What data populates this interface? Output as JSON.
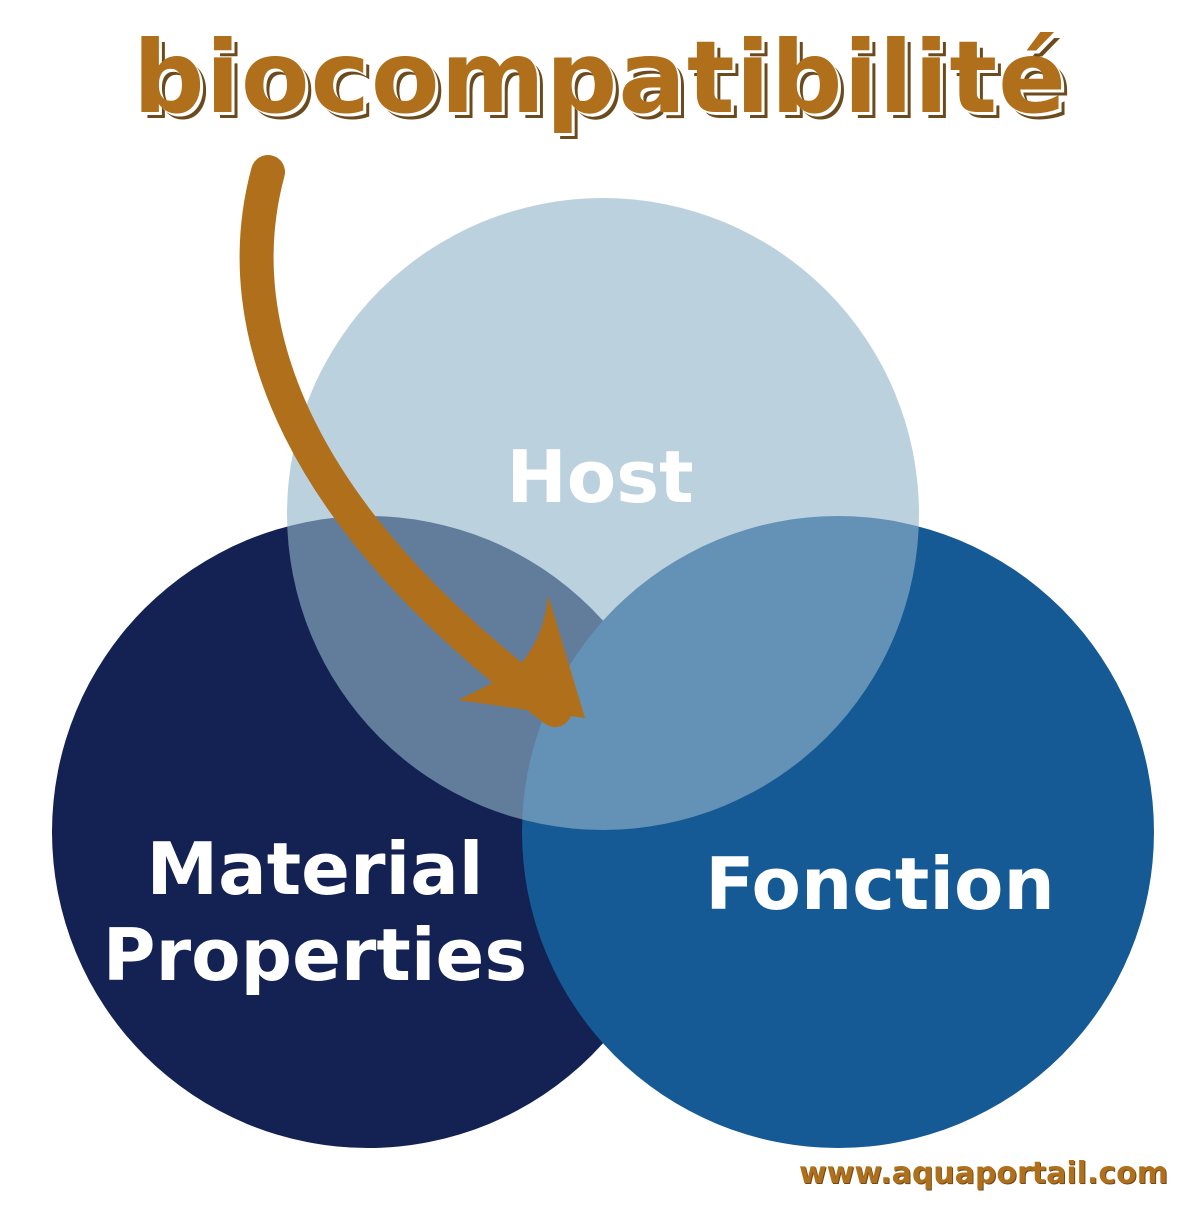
{
  "title": "biocompatibilité",
  "circles": {
    "host": {
      "label": "Host",
      "color": "#93b4c9"
    },
    "material": {
      "label_line1": "Material",
      "label_line2": "Properties",
      "color": "#132252"
    },
    "fonction": {
      "label": "Fonction",
      "color": "#155a95"
    }
  },
  "arrow": {
    "color": "#b06f1a",
    "icon": "curved-arrow-icon"
  },
  "watermark": "www.aquaportail.com"
}
